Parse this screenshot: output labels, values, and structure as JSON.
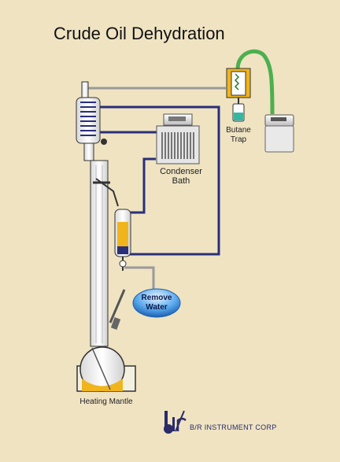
{
  "title": "Crude Oil Dehydration",
  "labels": {
    "condenser_bath": [
      "Condenser",
      "Bath"
    ],
    "butane_trap": [
      "Butane",
      "Trap"
    ],
    "heating_mantle": "Heating Mantle",
    "remove_water": [
      "Remove",
      "Water"
    ]
  },
  "brand": {
    "logo_text": "b/r",
    "name": "B/R INSTRUMENT CORP"
  },
  "colors": {
    "background": "#efe3c2",
    "tubing_blue": "#2a2f7a",
    "tubing_green": "#4caf50",
    "oil": "#f0b41c",
    "water_blob": "#2f7fd4",
    "glass": "#ffffff",
    "metal": "#c9c9c9"
  }
}
